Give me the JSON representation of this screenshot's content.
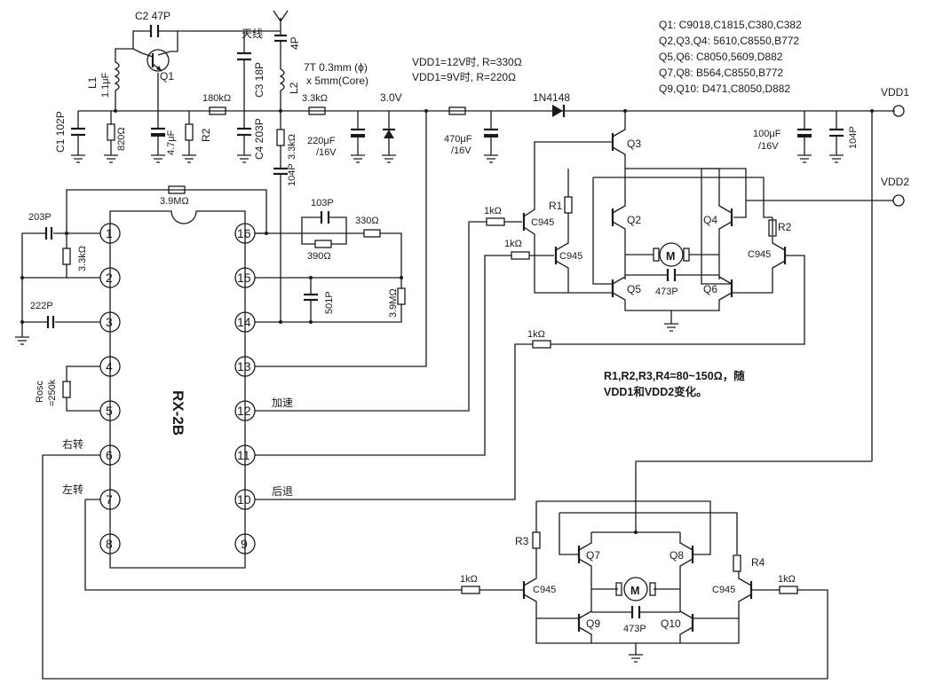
{
  "ic": {
    "name": "RX-2B"
  },
  "pins": {
    "p1": "1",
    "p2": "2",
    "p3": "3",
    "p4": "4",
    "p5": "5",
    "p6": "6",
    "p7": "7",
    "p8": "8",
    "p9": "9",
    "p10": "10",
    "p11": "11",
    "p12": "12",
    "p13": "13",
    "p14": "14",
    "p15": "15",
    "p16": "16"
  },
  "pin_labels": {
    "right_turn": "右转",
    "left_turn": "左转",
    "accelerate": "加速",
    "reverse": "后退"
  },
  "antenna": {
    "label": "天线",
    "cap": "4P"
  },
  "rf_stage": {
    "c2": "C2 47P",
    "q1": "Q1",
    "l1": "L1",
    "l1_value": "1.1μF",
    "c1": "C1 102P",
    "r820": "820Ω",
    "c_47uf": "4.7μF",
    "r2": "R2",
    "r180k": "180kΩ",
    "c3": "C3 18P",
    "l2": "L2",
    "l2_spec_line1": "7T 0.3mm (ϕ)",
    "l2_spec_line2": "x 5mm(Core)",
    "c4": "C4 203P",
    "r33k_a": "3.3kΩ",
    "c104p_a": "104P",
    "r33k_b": "3.3kΩ",
    "c220uf_line1": "220μF",
    "c220uf_line2": "/16V",
    "zener_v": "3.0V"
  },
  "supply": {
    "vdd1_note_line1": "VDD1=12V时, R=330Ω",
    "vdd1_note_line2": "VDD1=9V时, R=220Ω",
    "c470_line1": "470μF",
    "c470_line2": "/16V",
    "diode": "1N4148",
    "c100_line1": "100μF",
    "c100_line2": "/16V",
    "c104p_b": "104P",
    "vdd1": "VDD1",
    "vdd2": "VDD2"
  },
  "bom": {
    "l1": "Q1: C9018,C1815,C380,C382",
    "l2": "Q2,Q3,Q4: 5610,C8550,B772",
    "l3": "Q5,Q6: C8050,5609,D882",
    "l4": "Q7,Q8: B564,C8550,B772",
    "l5": "Q9,Q10: D471,C8050,D882"
  },
  "ic_periph": {
    "r39m_top": "3.9MΩ",
    "c203p": "203P",
    "r33k": "3.3kΩ",
    "c222p": "222P",
    "rosc_line1": "Rosc",
    "rosc_line2": "=250k",
    "c103p": "103P",
    "r330": "330Ω",
    "r390": "390Ω",
    "c501p": "501P",
    "r39m_side": "3.9MΩ"
  },
  "drive1": {
    "q3": "Q3",
    "r1": "R1",
    "q2": "Q2",
    "q4": "Q4",
    "r2": "R2",
    "q5": "Q5",
    "q6": "Q6",
    "c945_a": "C945",
    "c945_b": "C945",
    "c945_c": "C945",
    "r1k_a": "1kΩ",
    "r1k_b": "1kΩ",
    "r1k_c": "1kΩ",
    "motor": "M",
    "c473": "473P"
  },
  "note": {
    "line1": "R1,R2,R3,R4=80~150Ω，随",
    "line2": "VDD1和VDD2变化。"
  },
  "drive2": {
    "r3": "R3",
    "r4": "R4",
    "q7": "Q7",
    "q8": "Q8",
    "q9": "Q9",
    "q10": "Q10",
    "c945_a": "C945",
    "c945_b": "C945",
    "r1k_a": "1kΩ",
    "r1k_b": "1kΩ",
    "motor": "M",
    "c473": "473P"
  }
}
